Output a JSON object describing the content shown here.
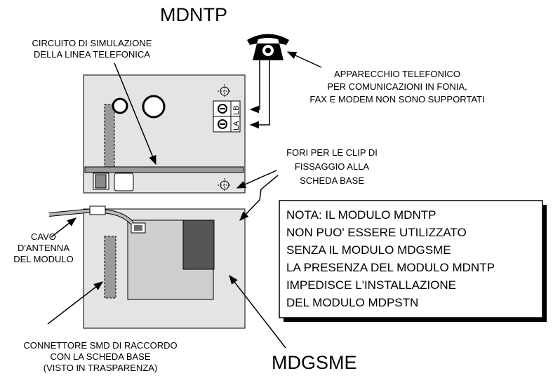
{
  "titles": {
    "top_module": "MDNTP",
    "bottom_module": "MDGSME"
  },
  "labels": {
    "line_sim": [
      "CIRCUITO DI SIMULAZIONE",
      "DELLA LINEA TELEFONICA"
    ],
    "phone": [
      "APPARECCHIO TELEFONICO",
      "PER COMUNICAZIONI IN FONIA,",
      "FAX E MODEM NON SONO SUPPORTATI"
    ],
    "holes": [
      "FORI PER LE CLIP DI",
      "FISSAGGIO ALLA",
      "SCHEDA BASE"
    ],
    "antenna": [
      "CAVO",
      "D'ANTENNA",
      "DEL MODULO"
    ],
    "connector": [
      "CONNETTORE SMD DI RACCORDO",
      "CON LA SCHEDA BASE",
      "(VISTO IN TRASPARENZA)"
    ],
    "terminal_la": "LA",
    "terminal_lb": "LB"
  },
  "note": {
    "lines": [
      "NOTA: IL MODULO MDNTP",
      "NON PUO' ESSERE UTILIZZATO",
      "SENZA IL MODULO MDGSME",
      "LA PRESENZA DEL MODULO MDNTP",
      "IMPEDISCE L'INSTALLAZIONE",
      "DEL MODULO MDPSTN"
    ]
  },
  "icons": {
    "phone": "telephone-icon",
    "hole": "crosshair-hole-icon"
  }
}
